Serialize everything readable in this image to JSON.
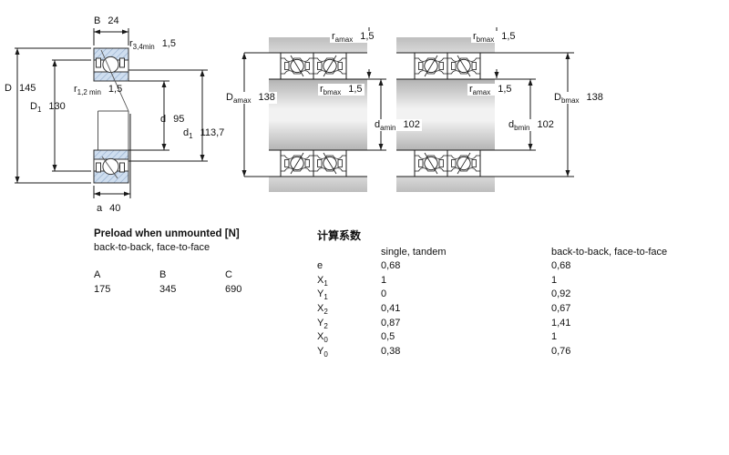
{
  "figures": {
    "left": {
      "b": {
        "base": "B",
        "sub": "",
        "value": "24"
      },
      "r34": {
        "base": "r",
        "sub": "3,4min",
        "value": "1,5"
      },
      "D": {
        "base": "D",
        "sub": "",
        "value": "145"
      },
      "D1": {
        "base": "D",
        "sub": "1",
        "value": "130"
      },
      "r12": {
        "base": "r",
        "sub": "1,2 min",
        "value": "1,5"
      },
      "d": {
        "base": "d",
        "sub": "",
        "value": "95"
      },
      "d1": {
        "base": "d",
        "sub": "1",
        "value": "113,7"
      },
      "a": {
        "base": "a",
        "sub": "",
        "value": "40"
      }
    },
    "middle": {
      "r_top": {
        "base": "r",
        "sub": "amax",
        "value": "1,5"
      },
      "Dmax": {
        "base": "D",
        "sub": "amax",
        "value": "138"
      },
      "r_mid": {
        "base": "r",
        "sub": "bmax",
        "value": "1,5"
      },
      "dmin": {
        "base": "d",
        "sub": "amin",
        "value": "102"
      }
    },
    "right": {
      "r_top": {
        "base": "r",
        "sub": "bmax",
        "value": "1,5"
      },
      "r_mid": {
        "base": "r",
        "sub": "amax",
        "value": "1,5"
      },
      "dmin": {
        "base": "d",
        "sub": "bmin",
        "value": "102"
      },
      "Dmax": {
        "base": "D",
        "sub": "bmax",
        "value": "138"
      }
    }
  },
  "preload": {
    "title": "Preload when unmounted [N]",
    "subtitle": "back-to-back, face-to-face",
    "cols": [
      {
        "label": "A",
        "value": "175"
      },
      {
        "label": "B",
        "value": "345"
      },
      {
        "label": "C",
        "value": "690"
      }
    ]
  },
  "factors": {
    "title": "计算系数",
    "header_single": "single, tandem",
    "header_paired": "back-to-back, face-to-face",
    "rows": [
      {
        "base": "e",
        "sub": "",
        "single": "0,68",
        "paired": "0,68"
      },
      {
        "base": "X",
        "sub": "1",
        "single": "1",
        "paired": "1"
      },
      {
        "base": "Y",
        "sub": "1",
        "single": "0",
        "paired": "0,92"
      },
      {
        "base": "X",
        "sub": "2",
        "single": "0,41",
        "paired": "0,67"
      },
      {
        "base": "Y",
        "sub": "2",
        "single": "0,87",
        "paired": "1,41"
      },
      {
        "base": "X",
        "sub": "0",
        "single": "0,5",
        "paired": "1"
      },
      {
        "base": "Y",
        "sub": "0",
        "single": "0,38",
        "paired": "0,76"
      }
    ]
  },
  "colors": {
    "ring_fill": "#cfdeef",
    "ring_hatch": "#8fa6c8",
    "steel_gray": "#c7c7c7",
    "line": "#1a1a1a"
  }
}
